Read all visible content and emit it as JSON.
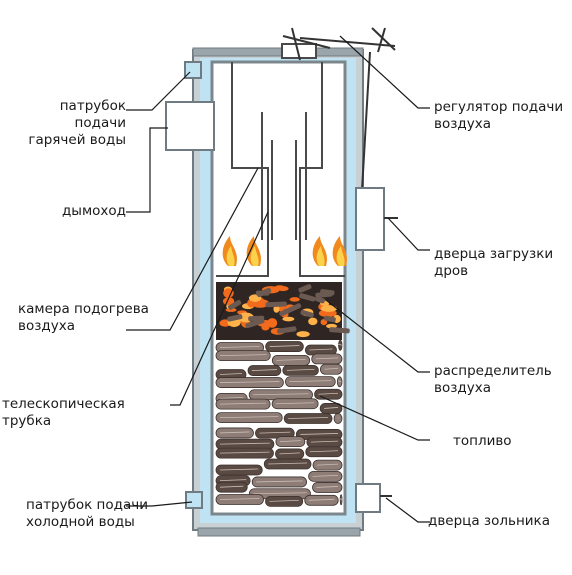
{
  "labels": {
    "hot_water_pipe": "патрубок подачи\nгарячей воды",
    "chimney": "дымоход",
    "air_heating_chamber": "камера подогрева\nвоздуха",
    "telescopic_tube": "телескопическая трубка",
    "cold_water_pipe": "патрубок подачи\nхолодной воды",
    "air_supply_regulator": "регулятор подачи\nвоздуха",
    "wood_loading_door": "дверца загрузки\nдров",
    "air_distributor": "распределитель\nвоздуха",
    "fuel": "топливо",
    "ash_door": "дверца зольника"
  },
  "colors": {
    "wall": "#8f9aa1",
    "water_jacket": "#bfe3f2",
    "flame_outer": "#f08a1e",
    "flame_inner": "#fbd34a",
    "wood_dark": "#5a4a44",
    "wood_light": "#8d7d76",
    "ember": "#f26b1d",
    "line": "#1a1a1a"
  }
}
